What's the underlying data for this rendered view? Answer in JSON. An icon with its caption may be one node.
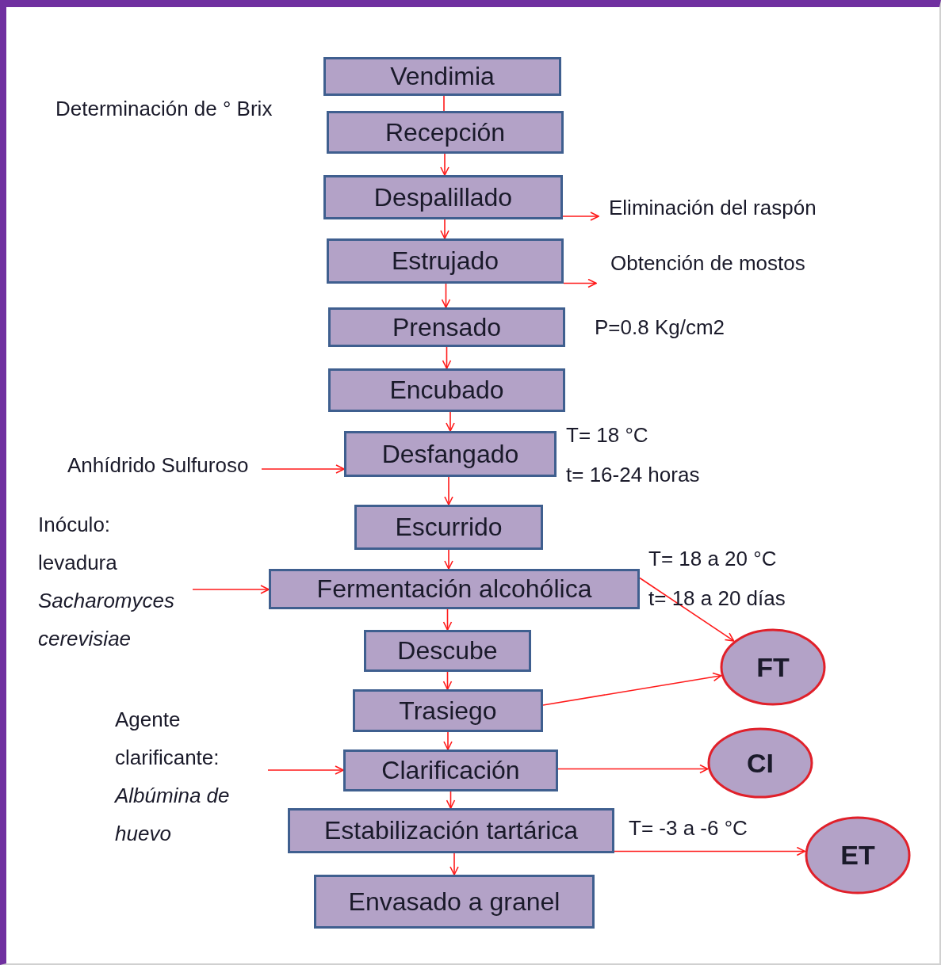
{
  "diagram": {
    "nodes": [
      {
        "text": [
          "Vendimia"
        ]
      },
      {
        "text": [
          "Recepción"
        ]
      },
      {
        "text": [
          "Despalillado"
        ]
      },
      {
        "text": [
          "Estrujado"
        ]
      },
      {
        "text": [
          "Prensado"
        ]
      },
      {
        "text": [
          "Encubado"
        ]
      },
      {
        "text": [
          "Desfangado"
        ]
      },
      {
        "text": [
          "Escurrido"
        ]
      },
      {
        "text": [
          "Fermentación alcohólica"
        ]
      },
      {
        "text": [
          "Descube"
        ]
      },
      {
        "text": [
          "Trasiego"
        ]
      },
      {
        "text": [
          "Clarificación"
        ]
      },
      {
        "text": [
          "Estabilización tartárica"
        ]
      },
      {
        "text": [
          "Envasado a granel"
        ]
      },
      {
        "text": [
          "FT"
        ]
      },
      {
        "text": [
          "CI"
        ]
      },
      {
        "text": [
          "ET"
        ]
      },
      {
        "text": [
          "Eliminación del raspón"
        ]
      },
      {
        "text": [
          "Obtención de mostos"
        ]
      },
      {
        "text": [
          "Anhídrido Sulfuroso"
        ]
      },
      {
        "text": [
          "Inóculo: levadura *Sacharomyces cerevisiae*"
        ]
      },
      {
        "text": [
          "Agente clarificante: *Albúmina de huevo*"
        ]
      }
    ],
    "edges": [
      {
        "from": 0,
        "to": 1,
        "arrow": "none"
      },
      {
        "from": 1,
        "to": 2,
        "arrow": "to"
      },
      {
        "from": 2,
        "to": 3,
        "arrow": "to"
      },
      {
        "from": 3,
        "to": 4,
        "arrow": "to"
      },
      {
        "from": 4,
        "to": 5,
        "arrow": "to"
      },
      {
        "from": 5,
        "to": 6,
        "arrow": "to"
      },
      {
        "from": 6,
        "to": 7,
        "arrow": "to"
      },
      {
        "from": 7,
        "to": 8,
        "arrow": "to"
      },
      {
        "from": 8,
        "to": 9,
        "arrow": "to"
      },
      {
        "from": 9,
        "to": 10,
        "arrow": "to"
      },
      {
        "from": 10,
        "to": 11,
        "arrow": "to"
      },
      {
        "from": 11,
        "to": 12,
        "arrow": "to"
      },
      {
        "from": 12,
        "to": 13,
        "arrow": "to"
      },
      {
        "from": 2,
        "to": 17,
        "arrow": "to"
      },
      {
        "from": 3,
        "to": 18,
        "arrow": "to"
      },
      {
        "from": 19,
        "to": 6,
        "arrow": "to"
      },
      {
        "from": 20,
        "to": 8,
        "arrow": "to"
      },
      {
        "from": 21,
        "to": 11,
        "arrow": "to"
      },
      {
        "from": 8,
        "to": 14,
        "arrow": "to"
      },
      {
        "from": 10,
        "to": 14,
        "arrow": "to"
      },
      {
        "from": 11,
        "to": 15,
        "arrow": "to"
      },
      {
        "from": 12,
        "to": 16,
        "arrow": "to"
      }
    ],
    "labels": [
      "Determinación de ° Brix",
      "P=0.8 Kg/cm2",
      "T= 18 °C",
      "t= 16-24 horas",
      "T= 18 a 20 °C",
      "t= 18 a 20 días",
      "T= -3 a -6 °C"
    ]
  }
}
